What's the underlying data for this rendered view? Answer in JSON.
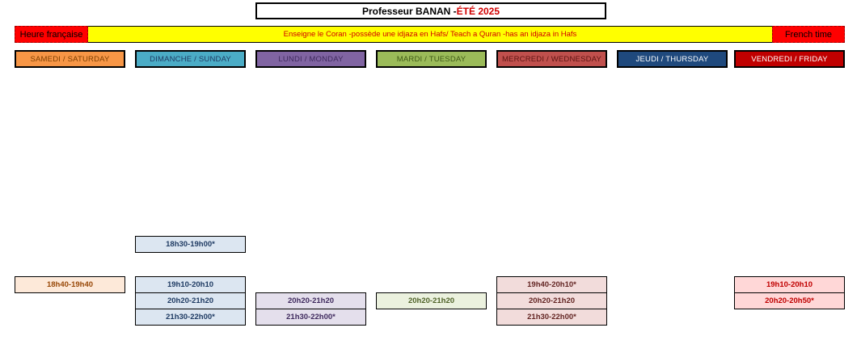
{
  "header": {
    "title_main": "Professeur BANAN - ",
    "title_season": "ÉTÉ 2025",
    "accent_color": "#d10000"
  },
  "banner": {
    "left_label": "Heure française",
    "center_text": "Enseigne le Coran -possède une idjaza en Hafs/  Teach a Quran -has an idjaza in Hafs",
    "right_label": "French time",
    "bg_color": "#ffff00",
    "side_color": "#ff0000"
  },
  "days": [
    {
      "label": "SAMEDI / SATURDAY",
      "bg": "#f79646",
      "fg": "#7f3f00"
    },
    {
      "label": "DIMANCHE / SUNDAY",
      "bg": "#4bacc6",
      "fg": "#1f3b63"
    },
    {
      "label": "LUNDI / MONDAY",
      "bg": "#8064a2",
      "fg": "#3f2a5e"
    },
    {
      "label": "MARDI / TUESDAY",
      "bg": "#9bbb59",
      "fg": "#3f5a16"
    },
    {
      "label": "MERCREDI / WEDNESDAY",
      "bg": "#c0504d",
      "fg": "#5e1412"
    },
    {
      "label": "JEUDI / THURSDAY",
      "bg": "#1f497d",
      "fg": "#ffffff"
    },
    {
      "label": "VENDREDI / FRIDAY",
      "bg": "#c00000",
      "fg": "#ffffff"
    }
  ],
  "slots": {
    "saturday": [
      "18h40-19h40"
    ],
    "sunday": [
      "18h30-19h00*",
      "19h10-20h10",
      "20h20-21h20",
      "21h30-22h00*"
    ],
    "monday": [
      "20h20-21h20",
      "21h30-22h00*"
    ],
    "tuesday": [
      "20h20-21h20"
    ],
    "wednesday": [
      "19h40-20h10*",
      "20h20-21h20",
      "21h30-22h00*"
    ],
    "friday": [
      "19h10-20h10",
      "20h20-20h50*"
    ]
  }
}
